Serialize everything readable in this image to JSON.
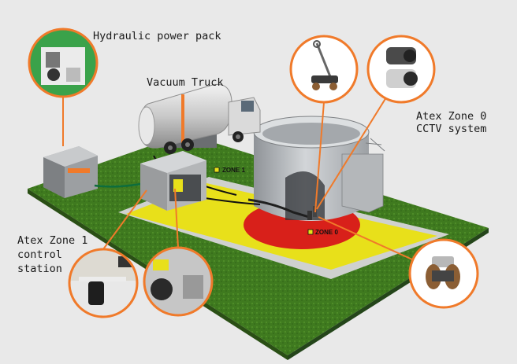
{
  "labels": {
    "hydraulic": "Hydraulic power pack",
    "vacuum": "Vacuum Truck",
    "cctv_line1": "Atex Zone 0",
    "cctv_line2": "CCTV system",
    "station_line1": "Atex Zone 1",
    "station_line2": "control",
    "station_line3": "station",
    "zone1": "ZONE 1",
    "zone0": "ZONE 0"
  },
  "colors": {
    "grass": "#3f7a1f",
    "zone1": "#e8e01a",
    "zone0": "#d8201a",
    "callout_ring": "#f07a2a",
    "tank": "#b9bcbf"
  },
  "icons": [
    "ex-hazard-icon"
  ]
}
